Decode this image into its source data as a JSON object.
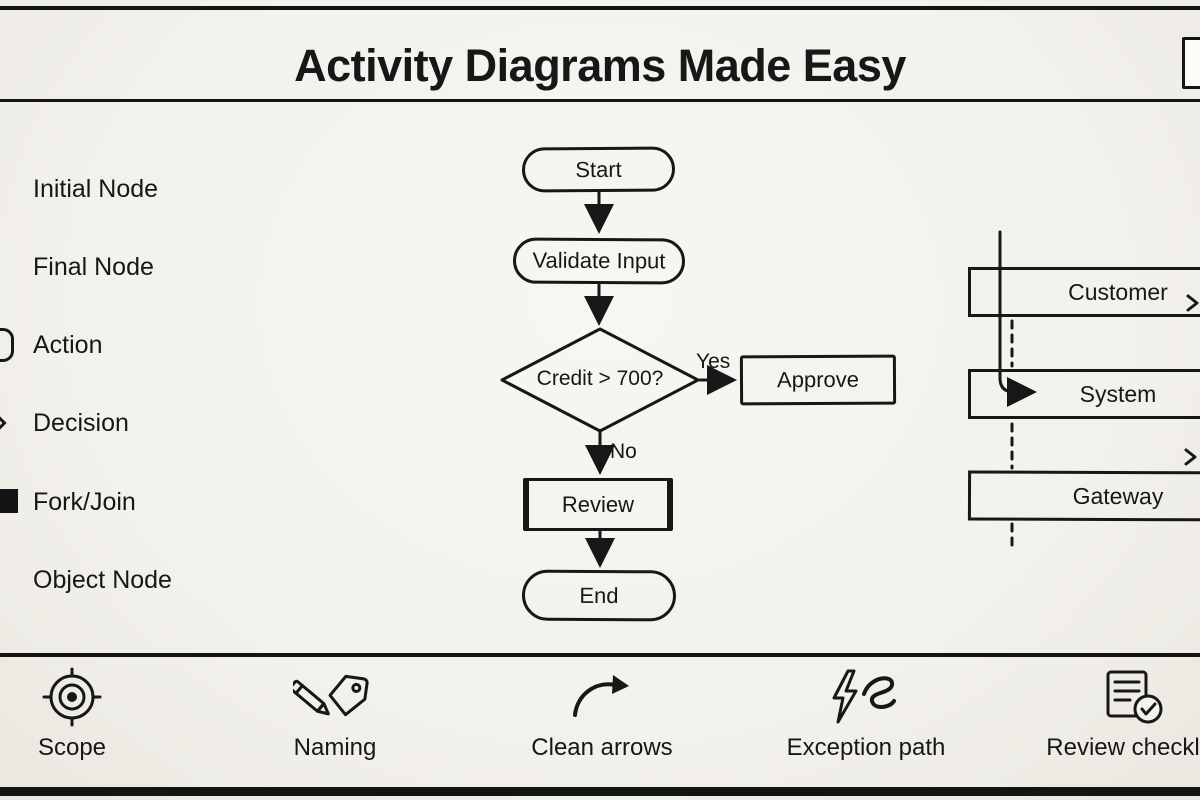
{
  "title": "Activity Diagrams Made Easy",
  "legend": {
    "items": [
      {
        "id": "initial-node",
        "label": "Initial Node"
      },
      {
        "id": "final-node",
        "label": "Final Node"
      },
      {
        "id": "action",
        "label": "Action"
      },
      {
        "id": "decision",
        "label": "Decision"
      },
      {
        "id": "fork-join",
        "label": "Fork/Join"
      },
      {
        "id": "object-node",
        "label": "Object Node"
      }
    ]
  },
  "flowchart": {
    "start": "Start",
    "validate": "Validate Input",
    "decision": "Credit > 700?",
    "yes_label": "Yes",
    "no_label": "No",
    "approve": "Approve",
    "review": "Review",
    "end": "End"
  },
  "swimlanes": {
    "customer": "Customer",
    "system": "System",
    "gateway": "Gateway"
  },
  "tips": {
    "scope": "Scope",
    "naming": "Naming",
    "clean_arrows": "Clean arrows",
    "exception_path": "Exception path",
    "review_checklist": "Review checklist"
  },
  "colors": {
    "paper": "#f4f2ee",
    "ink": "#171717"
  }
}
